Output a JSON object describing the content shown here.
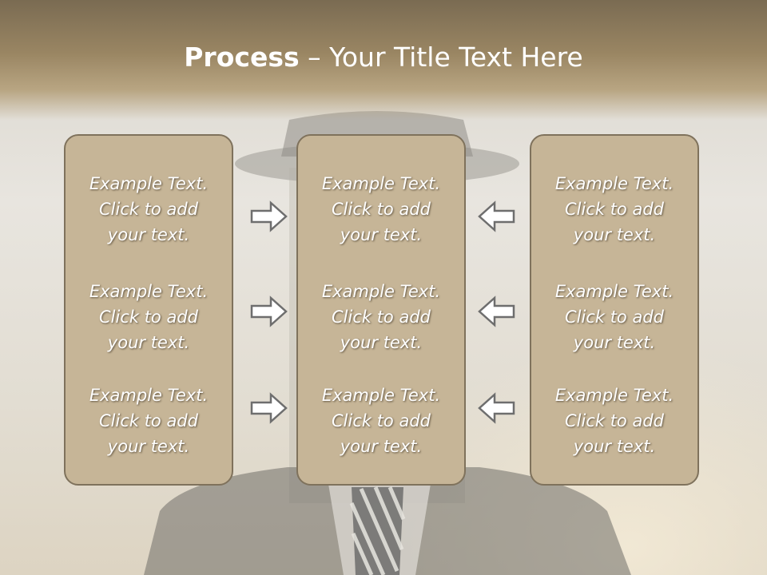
{
  "slide": {
    "title_bold": "Process",
    "title_rest": " – Your Title Text Here"
  },
  "columns": [
    {
      "items": [
        {
          "line1": "Example Text.",
          "line2": "Click  to add",
          "line3": "your text."
        },
        {
          "line1": "Example Text.",
          "line2": "Click  to add",
          "line3": "your text."
        },
        {
          "line1": "Example Text.",
          "line2": "Click  to add",
          "line3": "your text."
        }
      ]
    },
    {
      "items": [
        {
          "line1": "Example Text.",
          "line2": "Click  to add",
          "line3": "your text."
        },
        {
          "line1": "Example Text.",
          "line2": "Click  to add",
          "line3": "your text."
        },
        {
          "line1": "Example Text.",
          "line2": "Click  to add",
          "line3": "your text."
        }
      ]
    },
    {
      "items": [
        {
          "line1": "Example Text.",
          "line2": "Click  to add",
          "line3": "your text."
        },
        {
          "line1": "Example Text.",
          "line2": "Click  to add",
          "line3": "your text."
        },
        {
          "line1": "Example Text.",
          "line2": "Click  to add",
          "line3": "your text."
        }
      ]
    }
  ],
  "arrows": {
    "left_side": "right-arrow-icon",
    "right_side": "left-arrow-icon"
  },
  "colors": {
    "title_band": "#9a8663",
    "box_fill": "#c6b597",
    "box_border": "#7f725c",
    "text": "#ffffff",
    "arrow_fill": "#ffffff",
    "arrow_stroke": "#6e6e6e"
  }
}
